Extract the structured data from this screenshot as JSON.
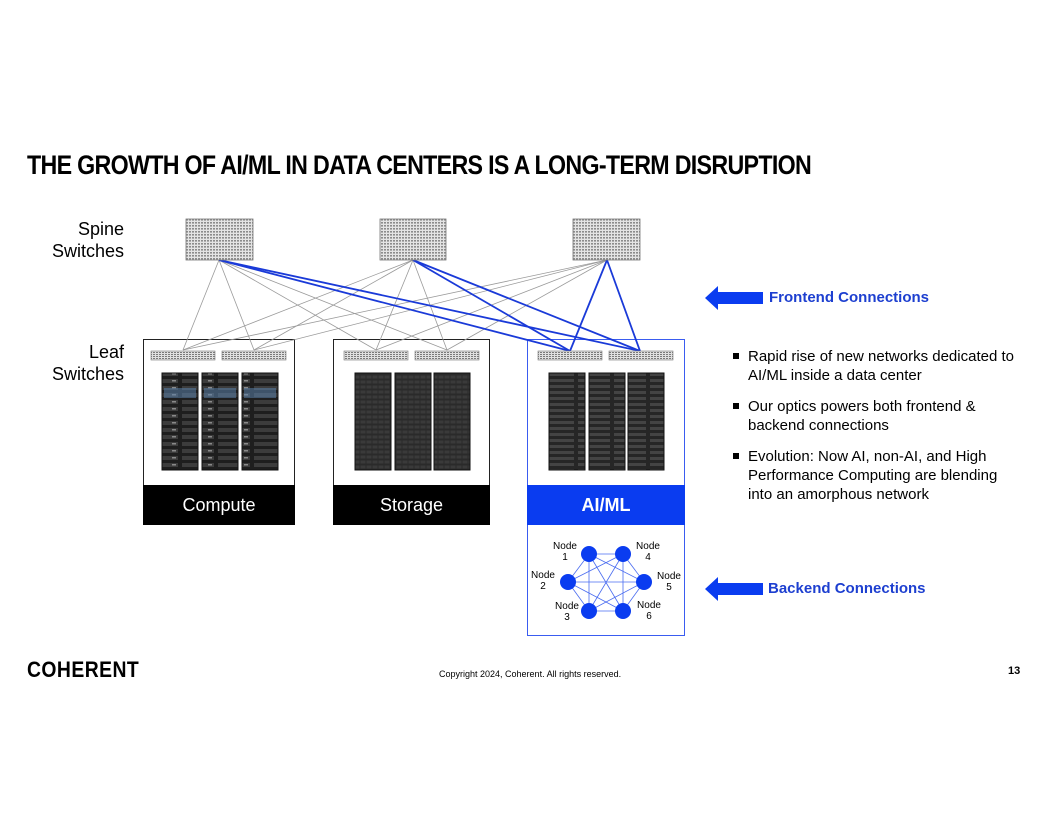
{
  "title": "THE GROWTH OF AI/ML IN DATA CENTERS IS A LONG-TERM DISRUPTION",
  "labels": {
    "spine": [
      "Spine",
      "Switches"
    ],
    "leaf": [
      "Leaf",
      "Switches"
    ]
  },
  "clusters": [
    {
      "name": "Compute",
      "color": "#000000"
    },
    {
      "name": "Storage",
      "color": "#000000"
    },
    {
      "name": "AI/ML",
      "color": "#0a3cf0"
    }
  ],
  "callouts": {
    "frontend": "Frontend Connections",
    "backend": "Backend Connections"
  },
  "bullets": [
    "Rapid rise of new networks dedicated to AI/ML inside a data center",
    "Our optics powers both frontend & backend connections",
    "Evolution: Now AI, non-AI, and High Performance Computing are blending into an amorphous network"
  ],
  "nodes": [
    {
      "line1": "Node",
      "line2": "1"
    },
    {
      "line1": "Node",
      "line2": "4"
    },
    {
      "line1": "Node",
      "line2": "2"
    },
    {
      "line1": "Node",
      "line2": "5"
    },
    {
      "line1": "Node",
      "line2": "3"
    },
    {
      "line1": "Node",
      "line2": "6"
    }
  ],
  "footer": {
    "logo": "COHERENT",
    "copyright": "Copyright 2024, Coherent. All rights reserved.",
    "page": "13"
  },
  "colors": {
    "accent_blue": "#0a3cf0",
    "callout_blue": "#1d3fd0",
    "thin_line": "#9a9a9a"
  }
}
